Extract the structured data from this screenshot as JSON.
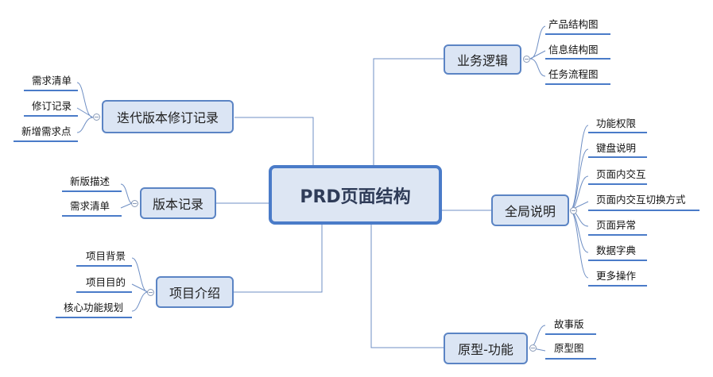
{
  "center": {
    "label": "PRD页面结构"
  },
  "branches": {
    "business": {
      "label": "业务逻辑",
      "leaves": [
        "产品结构图",
        "信息结构图",
        "任务流程图"
      ]
    },
    "global": {
      "label": "全局说明",
      "leaves": [
        "功能权限",
        "键盘说明",
        "页面内交互",
        "页面内交互切换方式",
        "页面异常",
        "数据字典",
        "更多操作"
      ]
    },
    "prototype": {
      "label": "原型-功能",
      "leaves": [
        "故事版",
        "原型图"
      ]
    },
    "iteration": {
      "label": "迭代版本修订记录",
      "leaves": [
        "需求清单",
        "修订记录",
        "新增需求点"
      ]
    },
    "version": {
      "label": "版本记录",
      "leaves": [
        "新版描述",
        "需求清单"
      ]
    },
    "project": {
      "label": "项目介绍",
      "leaves": [
        "项目背景",
        "项目目的",
        "核心功能规划"
      ]
    }
  }
}
